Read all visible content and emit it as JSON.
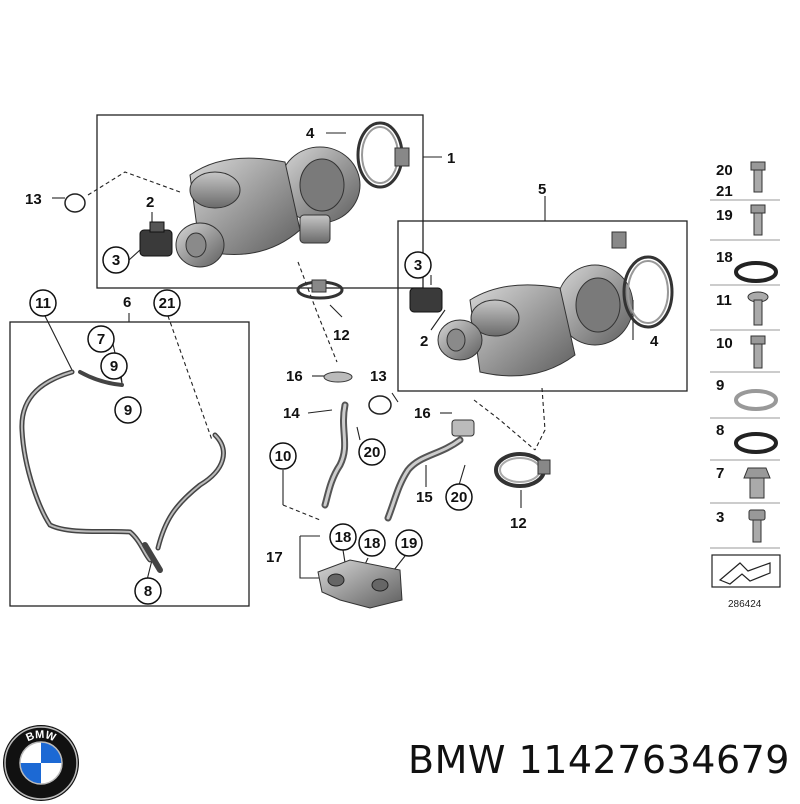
{
  "diagram": {
    "callouts": [
      "1",
      "2",
      "3",
      "4",
      "5",
      "6",
      "7",
      "8",
      "9",
      "10",
      "11",
      "12",
      "13",
      "14",
      "15",
      "16",
      "17",
      "18",
      "19",
      "20",
      "21"
    ],
    "legend_items": [
      "20",
      "21",
      "19",
      "18",
      "11",
      "10",
      "9",
      "8",
      "7",
      "3"
    ],
    "catalog_number": "286424"
  },
  "brand": {
    "name": "BMW",
    "part_number": "11427634679",
    "logo_text": "BMW",
    "logo_colors": [
      "#1c69d4",
      "#ffffff",
      "#000000"
    ]
  }
}
